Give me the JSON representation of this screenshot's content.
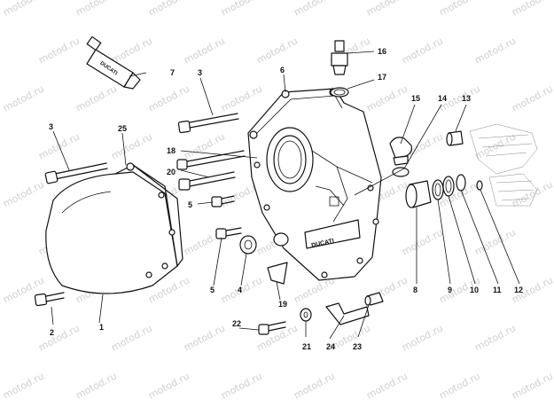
{
  "watermark": "motod.ru",
  "brand_tube": "DUCATI",
  "brand_cover": "DUCATI",
  "callouts": [
    {
      "id": "c1",
      "text": "1"
    },
    {
      "id": "c2",
      "text": "2"
    },
    {
      "id": "c3a",
      "text": "3"
    },
    {
      "id": "c3b",
      "text": "3"
    },
    {
      "id": "c4",
      "text": "4"
    },
    {
      "id": "c5a",
      "text": "5"
    },
    {
      "id": "c5b",
      "text": "5"
    },
    {
      "id": "c6",
      "text": "6"
    },
    {
      "id": "c7",
      "text": "7"
    },
    {
      "id": "c8",
      "text": "8"
    },
    {
      "id": "c9",
      "text": "9"
    },
    {
      "id": "c10",
      "text": "10"
    },
    {
      "id": "c11",
      "text": "11"
    },
    {
      "id": "c12",
      "text": "12"
    },
    {
      "id": "c13",
      "text": "13"
    },
    {
      "id": "c14",
      "text": "14"
    },
    {
      "id": "c15",
      "text": "15"
    },
    {
      "id": "c16",
      "text": "16"
    },
    {
      "id": "c17",
      "text": "17"
    },
    {
      "id": "c18",
      "text": "18"
    },
    {
      "id": "c19",
      "text": "19"
    },
    {
      "id": "c20",
      "text": "20"
    },
    {
      "id": "c21",
      "text": "21"
    },
    {
      "id": "c22",
      "text": "22"
    },
    {
      "id": "c23",
      "text": "23"
    },
    {
      "id": "c24",
      "text": "24"
    },
    {
      "id": "c25",
      "text": "25"
    }
  ]
}
